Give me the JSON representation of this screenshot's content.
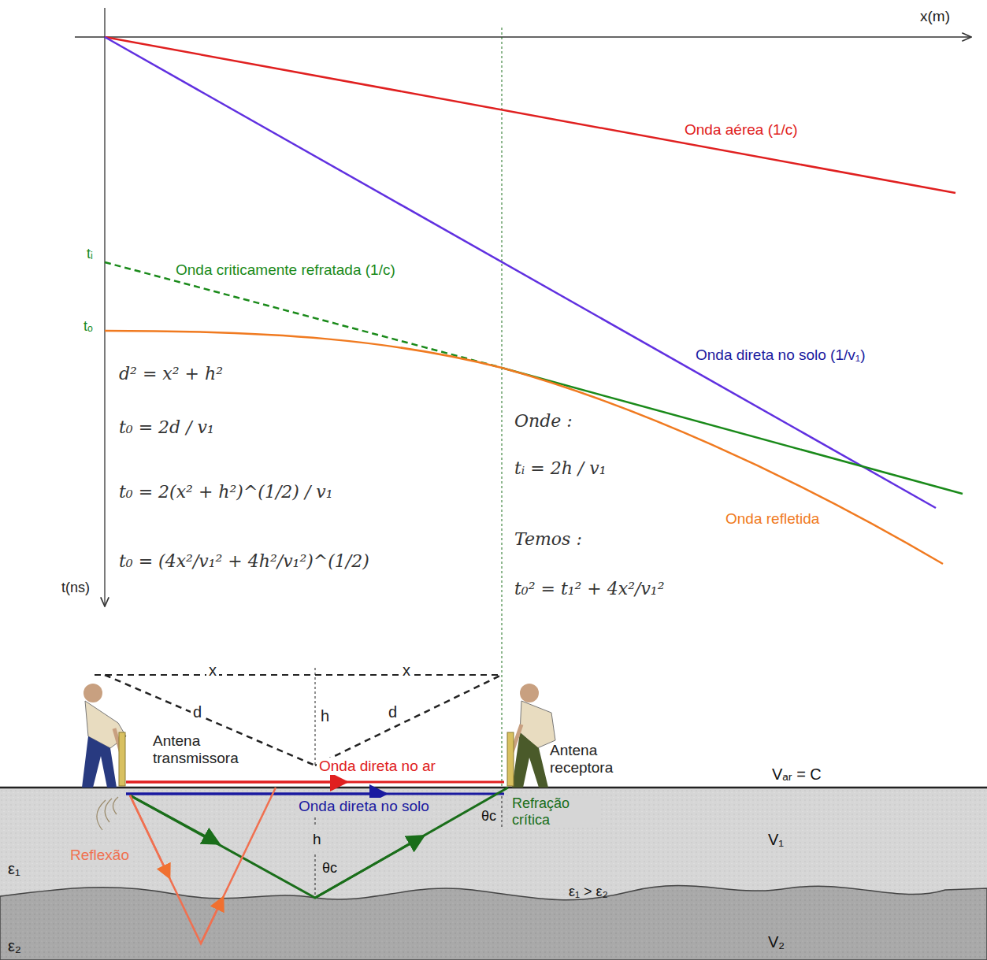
{
  "diagram": {
    "labels": [
      "x(m)",
      "t(ns)",
      "Onda aérea (1/c)",
      "tᵢ",
      "tₒ",
      "Onda criticamente refratada (1/c)",
      "Onda direta no solo (1/v₁)",
      "Onda refletida",
      "d² = x² + h²",
      "t₀ = 2d / v₁",
      "t₀ = 2(x² + h²)^(1/2) / v₁",
      "t₀ = (4x²/v₁² + 4h²/v₁²)^(1/2)",
      "Onde :",
      "tᵢ = 2h / v₁",
      "Temos :",
      "t₀² = t₁² + 4x²/v₁²",
      "x",
      "x",
      "d",
      "h",
      "d",
      "Antena transmissora",
      "Onda direta no ar",
      "Antena receptora",
      "Vₐᵣ = C",
      "Onda direta no solo",
      "Refração crítica",
      "θc",
      "h",
      "ε₁",
      "Reflexão",
      "θc",
      "V₁",
      "ε₁ > ε₂",
      "ε₂",
      "V₂"
    ]
  }
}
